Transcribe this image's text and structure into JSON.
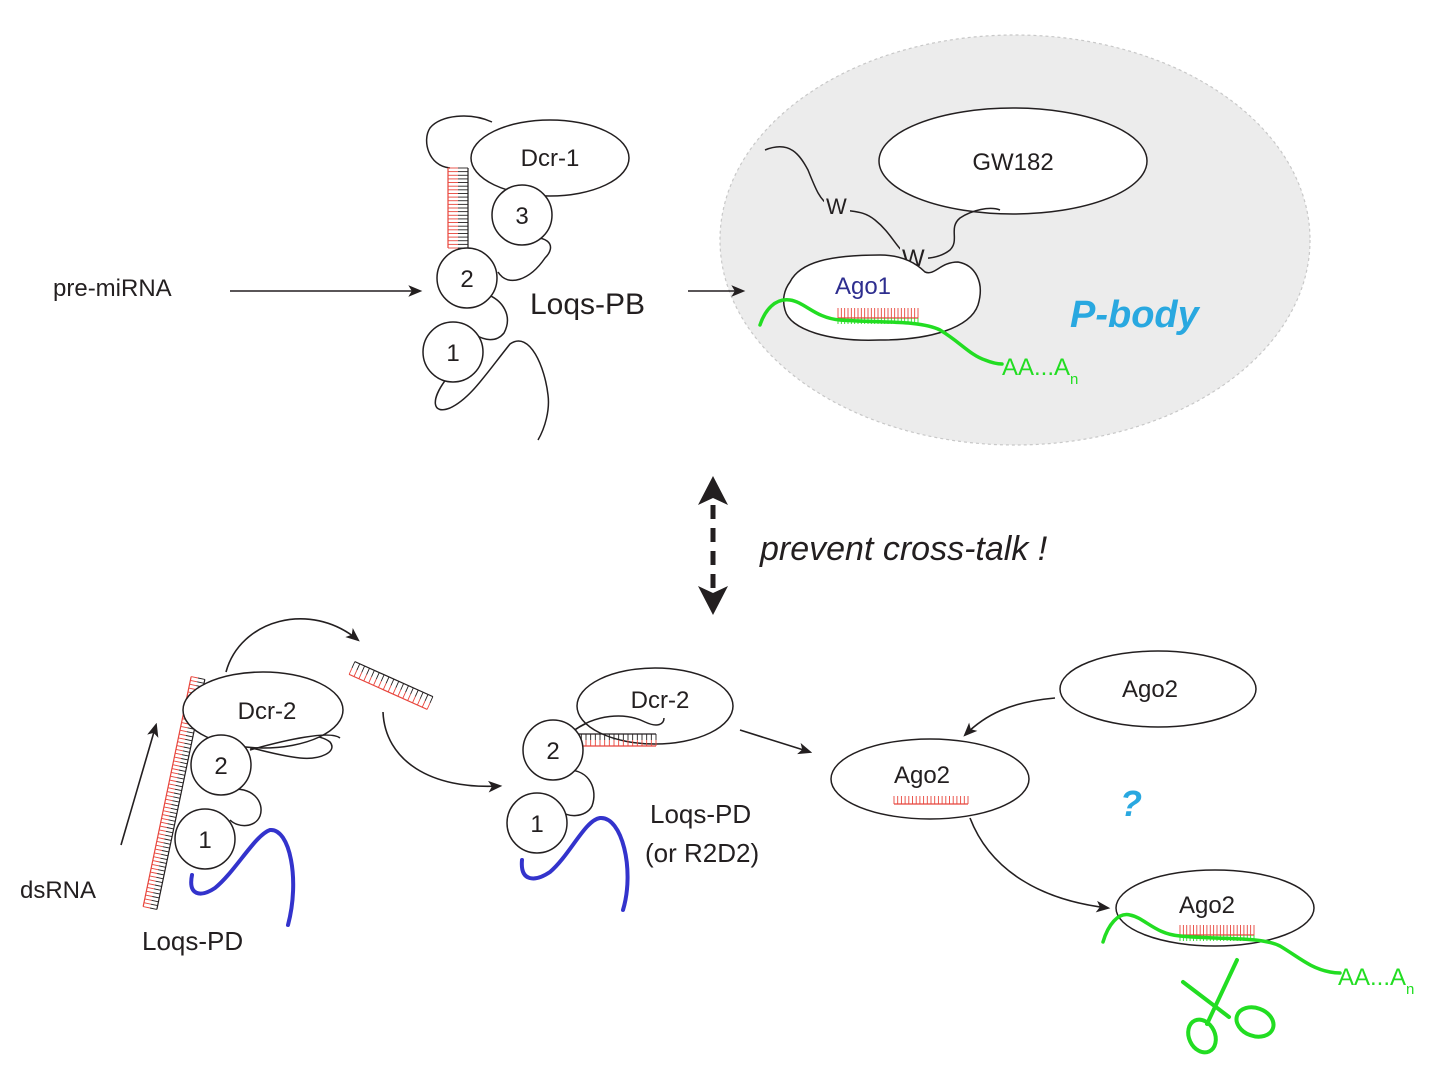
{
  "colors": {
    "ink": "#231f20",
    "rna_red": "#e8453c",
    "mrna_green": "#22dd22",
    "loqs_pd_blue": "#3333cc",
    "p_body_label": "#29a8e0",
    "p_body_fill": "#ececec",
    "ago1_label": "#2e2e8f"
  },
  "labels": {
    "pre_mirna": "pre-miRNA",
    "dcr1": "Dcr-1",
    "domain_1": "1",
    "domain_2": "2",
    "domain_3": "3",
    "loqs_pb": "Loqs-PB",
    "gw182": "GW182",
    "w_motif": "W",
    "ago1": "Ago1",
    "poly_a_base": "AA...A",
    "poly_a_sub": "n",
    "p_body": "P-body",
    "cross_talk": "prevent cross-talk !",
    "dcr2": "Dcr-2",
    "dsrna": "dsRNA",
    "loqs_pd": "Loqs-PD",
    "loqs_pd_or_r2d2_line1": "Loqs-PD",
    "loqs_pd_or_r2d2_line2": "(or R2D2)",
    "ago2": "Ago2",
    "question_mark": "?"
  },
  "icons": {
    "scissors": "scissors-icon",
    "double_arrow": "dashed-double-arrow-icon"
  }
}
